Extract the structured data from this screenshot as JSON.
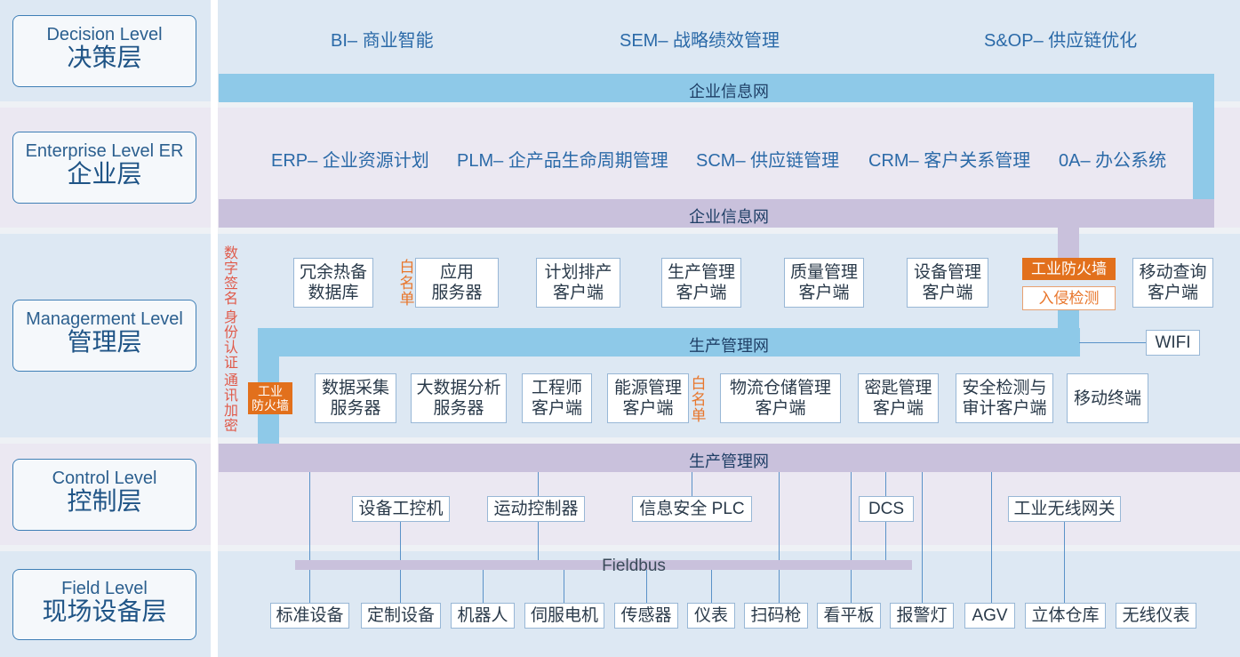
{
  "levels": {
    "decision": {
      "en": "Decision Level",
      "zh": "决策层"
    },
    "enterprise": {
      "en": "Enterprise Level ER",
      "zh": "企业层"
    },
    "management": {
      "en": "Managerment Level",
      "zh": "管理层"
    },
    "control": {
      "en": "Control Level",
      "zh": "控制层"
    },
    "field": {
      "en": "Field Level",
      "zh": "现场设备层"
    }
  },
  "decision_items": [
    "BI– 商业智能",
    "SEM– 战略绩效管理",
    "S&OP– 供应链优化"
  ],
  "enterprise_items": [
    "ERP– 企业资源计划",
    "PLM– 企产品生命周期管理",
    "SCM– 供应链管理",
    "CRM– 客户关系管理",
    "0A– 办公系统"
  ],
  "networks": {
    "enterprise_net_1": "企业信息网",
    "enterprise_net_2": "企业信息网",
    "production_net_1": "生产管理网",
    "production_net_2": "生产管理网",
    "fieldbus": "Fieldbus"
  },
  "side_labels": {
    "digital_signature": "数字签名",
    "identity_auth": "身份认证",
    "comm_encrypt": "通讯加密",
    "whitelist_1": "白名单",
    "whitelist_2": "白名单"
  },
  "firewalls": {
    "industrial_firewall_top": "工业防火墙",
    "intrusion_detection": "入侵检测",
    "industrial_firewall_left_1": "工业",
    "industrial_firewall_left_2": "防火墙"
  },
  "management_top_boxes": [
    [
      "冗余热备",
      "数据库"
    ],
    [
      "应用",
      "服务器"
    ],
    [
      "计划排产",
      "客户端"
    ],
    [
      "生产管理",
      "客户端"
    ],
    [
      "质量管理",
      "客户端"
    ],
    [
      "设备管理",
      "客户端"
    ],
    [
      "移动查询",
      "客户端"
    ]
  ],
  "wifi": "WIFI",
  "management_bottom_boxes": [
    [
      "数据采集",
      "服务器"
    ],
    [
      "大数据分析",
      "服务器"
    ],
    [
      "工程师",
      "客户端"
    ],
    [
      "能源管理",
      "客户端"
    ],
    [
      "物流仓储管理",
      "客户端"
    ],
    [
      "密匙管理",
      "客户端"
    ],
    [
      "安全检测与",
      "审计客户端"
    ],
    [
      "移动终端",
      ""
    ]
  ],
  "control_boxes": [
    "设备工控机",
    "运动控制器",
    "信息安全 PLC",
    "DCS",
    "工业无线网关"
  ],
  "field_boxes": [
    "标准设备",
    "定制设备",
    "机器人",
    "伺服电机",
    "传感器",
    "仪表",
    "扫码枪",
    "看平板",
    "报警灯",
    "AGV",
    "立体仓库",
    "无线仪表"
  ],
  "colors": {
    "blue_bar": "#8ec9e8",
    "purple_bar": "#c9c1dc",
    "firewall": "#e2701c",
    "accent_text": "#2b6aa8"
  }
}
